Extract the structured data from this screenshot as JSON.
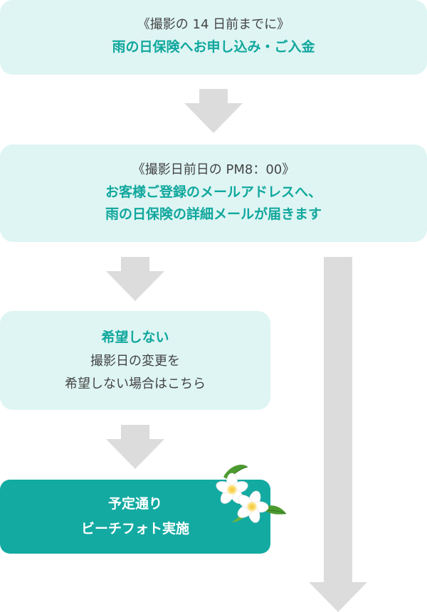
{
  "step1": {
    "caption": "《撮影の 14 日前までに》",
    "title": "雨の日保険へお申し込み・ご入金"
  },
  "step2": {
    "caption": "《撮影日前日の PM8：00》",
    "title_line1": "お客様ご登録のメールアドレスへ、",
    "title_line2": "雨の日保険の詳細メールが届きます"
  },
  "step3": {
    "title": "希望しない",
    "desc_line1": "撮影日の変更を",
    "desc_line2": "希望しない場合はこちら"
  },
  "step4": {
    "title_line1": "予定通り",
    "title_line2": "ビーチフォト実施"
  },
  "colors": {
    "box_light": "#def5f3",
    "box_dark": "#13aaa2",
    "accent_text": "#10a79d",
    "arrow": "#dcdcdc"
  },
  "icons": {
    "decoration": "plumeria-flower-icon"
  }
}
